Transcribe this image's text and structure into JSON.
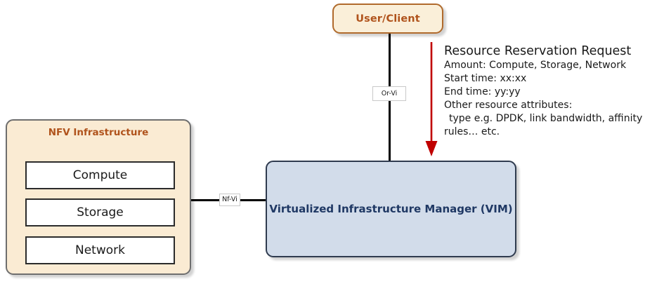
{
  "diagram": {
    "title_annotation": "Resource Reservation Request",
    "nodes": {
      "user_client": {
        "label": "User/Client",
        "fill": "#FAEFD9",
        "border": "#B06A2C",
        "text_color": "#B0531C"
      },
      "nfv_infrastructure": {
        "label": "NFV Infrastructure",
        "fill": "#FAEBD3",
        "border": "#6E6E6E",
        "text_color": "#B0531C",
        "items": [
          {
            "label": "Compute"
          },
          {
            "label": "Storage"
          },
          {
            "label": "Network"
          }
        ]
      },
      "vim": {
        "label": "Virtualized Infrastructure Manager (VIM)",
        "fill": "#D2DCEA",
        "border": "#2F3B4F",
        "text_color": "#1F3864"
      }
    },
    "edges": [
      {
        "id": "or-vi",
        "label": "Or-Vi",
        "orientation": "vertical",
        "color": "#000000"
      },
      {
        "id": "nf-vi",
        "label": "Nf-Vi",
        "orientation": "horizontal",
        "color": "#000000"
      }
    ],
    "arrow": {
      "name": "resource-reservation-request-arrow",
      "direction": "down",
      "color": "#C00000"
    },
    "annotation": {
      "heading": "Resource Reservation Request",
      "lines": [
        "Amount: Compute, Storage, Network",
        "Start time: xx:xx",
        "End time: yy:yy",
        "Other resource attributes:",
        " type e.g. DPDK, link bandwidth, affinity",
        "rules… etc."
      ]
    }
  }
}
